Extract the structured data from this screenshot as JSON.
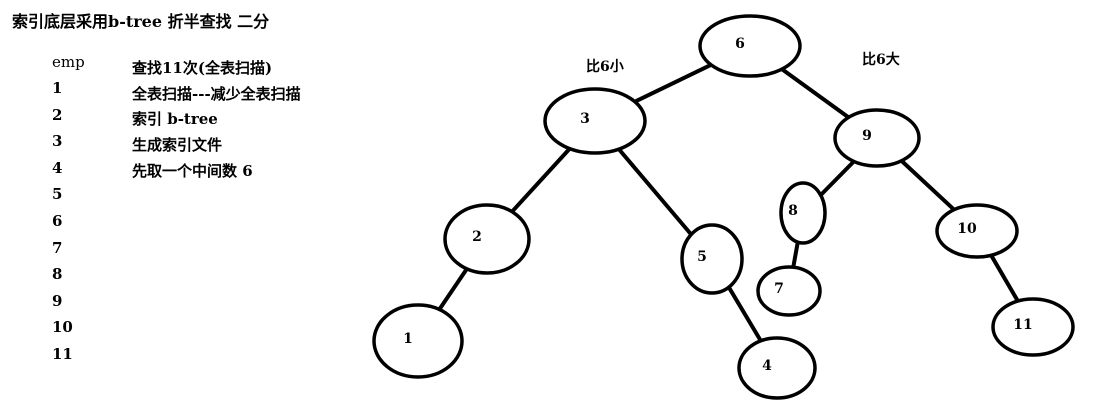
{
  "title": "索引底层采用b-tree 折半查找 二分",
  "emp": {
    "header": "emp",
    "rows": [
      "1",
      "2",
      "3",
      "4",
      "5",
      "6",
      "7",
      "8",
      "9",
      "10",
      "11"
    ]
  },
  "notes": [
    "查找11次(全表扫描)",
    "全表扫描---减少全表扫描",
    "索引 b-tree",
    "生成索引文件",
    "先取一个中间数 6"
  ],
  "tree": {
    "annotations": {
      "smaller": "比6小",
      "larger": "比6大"
    },
    "nodes": [
      {
        "id": "n6",
        "label": "6"
      },
      {
        "id": "n3",
        "label": "3"
      },
      {
        "id": "n9",
        "label": "9"
      },
      {
        "id": "n2",
        "label": "2"
      },
      {
        "id": "n5",
        "label": "5"
      },
      {
        "id": "n8",
        "label": "8"
      },
      {
        "id": "n10",
        "label": "10"
      },
      {
        "id": "n1",
        "label": "1"
      },
      {
        "id": "n4",
        "label": "4"
      },
      {
        "id": "n7",
        "label": "7"
      },
      {
        "id": "n11",
        "label": "11"
      }
    ],
    "edges": [
      {
        "from": "n6",
        "to": "n3"
      },
      {
        "from": "n6",
        "to": "n9"
      },
      {
        "from": "n3",
        "to": "n2"
      },
      {
        "from": "n3",
        "to": "n5"
      },
      {
        "from": "n9",
        "to": "n8"
      },
      {
        "from": "n9",
        "to": "n10"
      },
      {
        "from": "n2",
        "to": "n1"
      },
      {
        "from": "n5",
        "to": "n4"
      },
      {
        "from": "n8",
        "to": "n7"
      },
      {
        "from": "n10",
        "to": "n11"
      }
    ]
  }
}
